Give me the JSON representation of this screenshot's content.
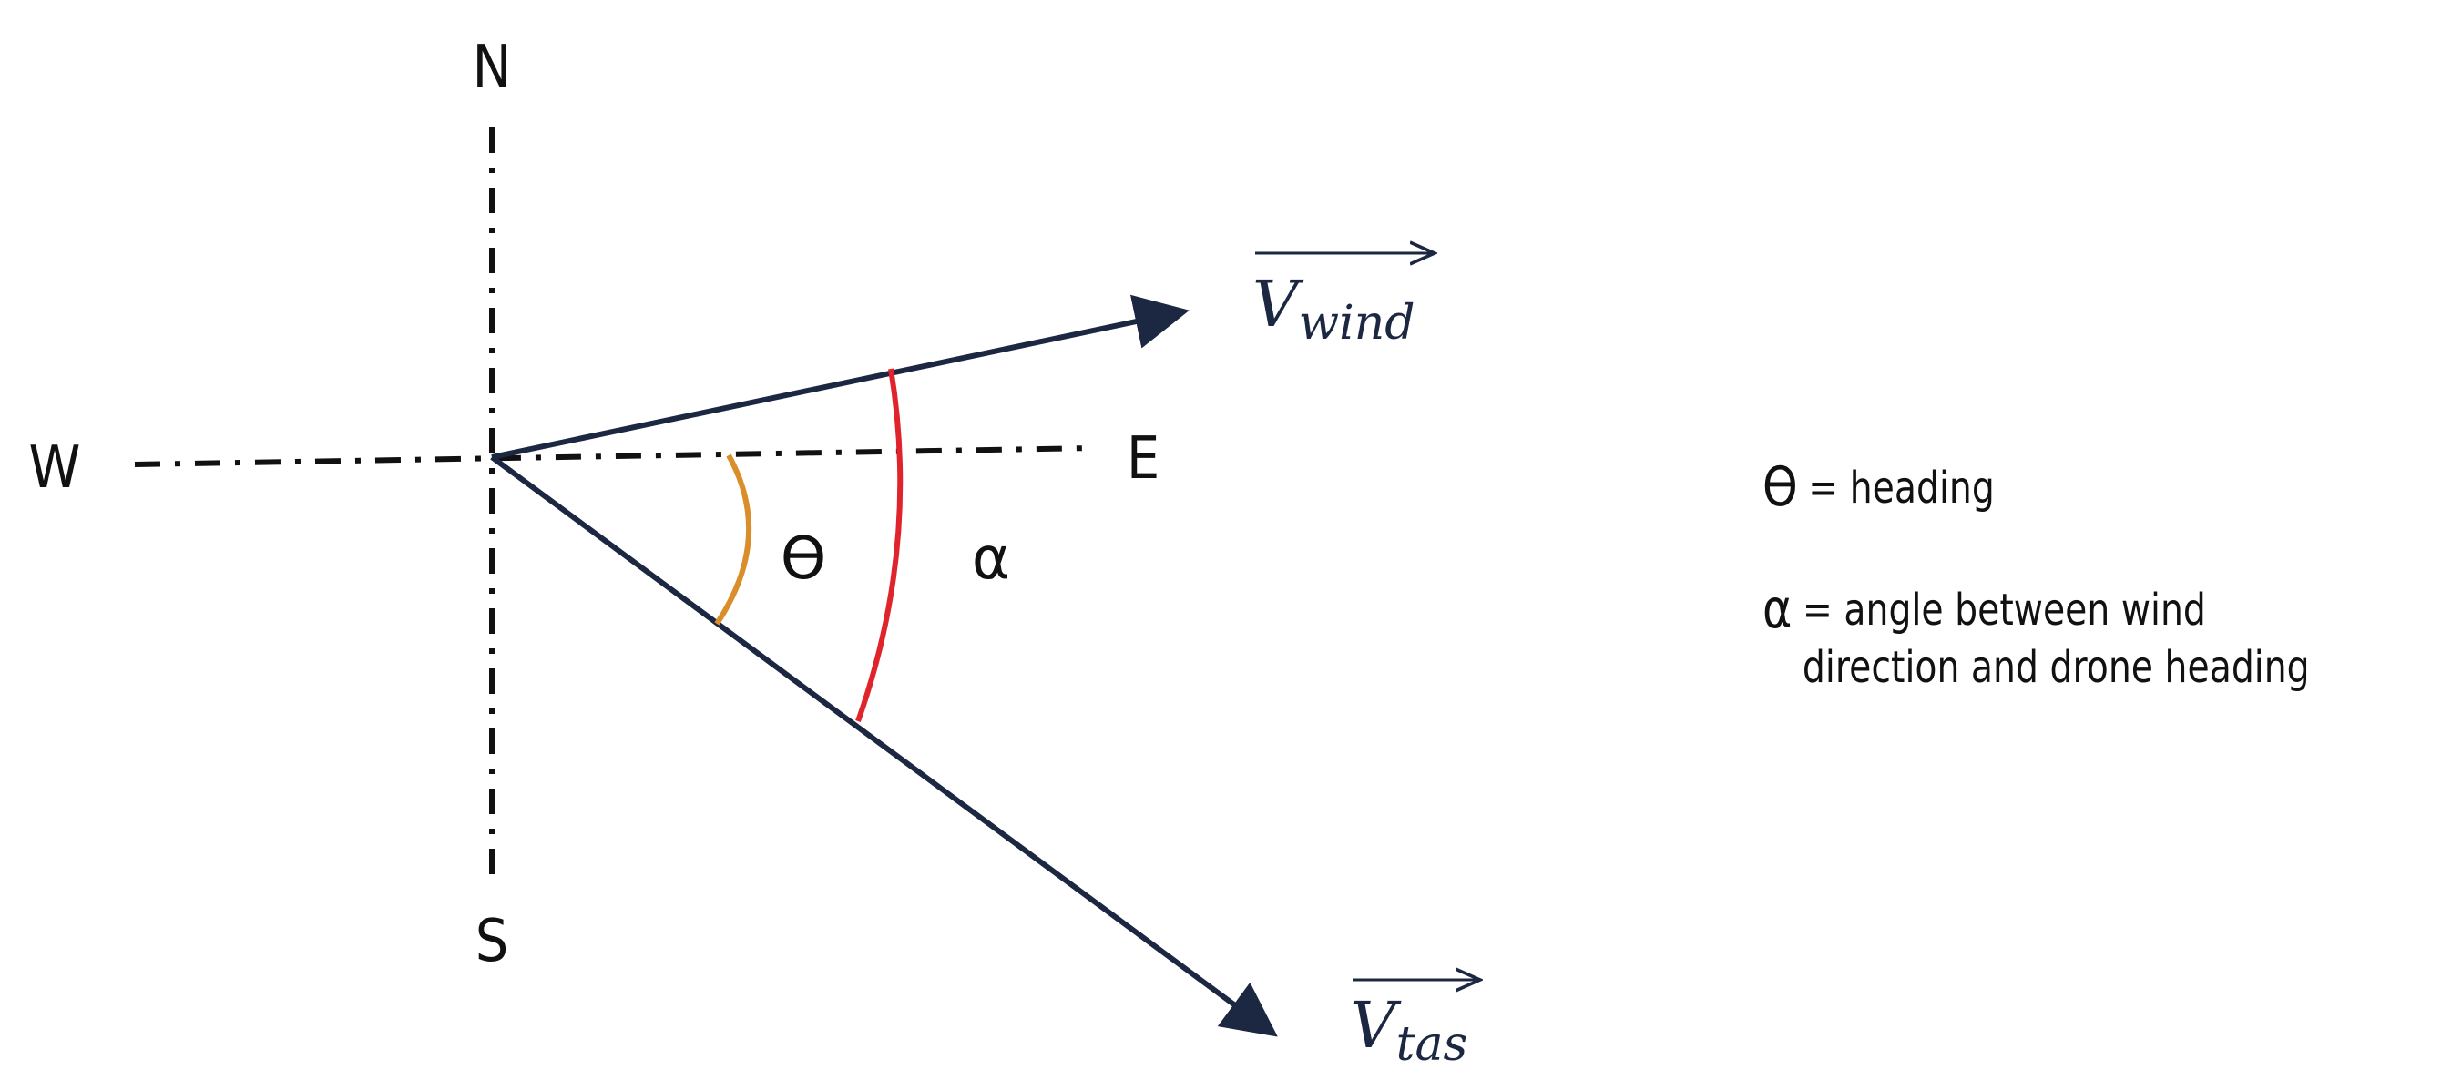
{
  "compass": {
    "north": "N",
    "south": "S",
    "east": "E",
    "west": "W"
  },
  "vectors": {
    "wind": {
      "symbol": "V",
      "subscript": "wind"
    },
    "tas": {
      "symbol": "V",
      "subscript": "tas"
    }
  },
  "angles": {
    "theta": {
      "symbol": "ϴ",
      "color": "#d98e2a"
    },
    "alpha": {
      "symbol": "α",
      "color": "#e0242c"
    }
  },
  "legend": [
    {
      "symbol": "ϴ",
      "text": "= heading"
    },
    {
      "symbol": "α",
      "text": "= angle between wind\ndirection and drone heading"
    }
  ],
  "colors": {
    "vector": "#1c2742",
    "axis": "#111111"
  }
}
